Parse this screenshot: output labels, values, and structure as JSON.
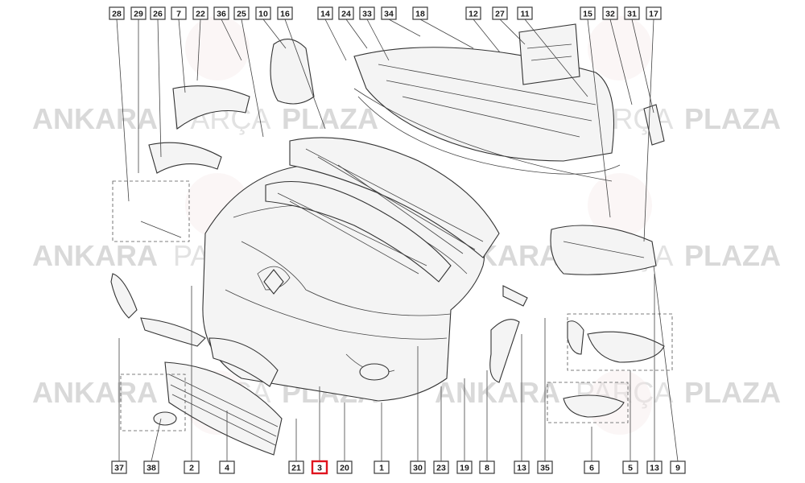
{
  "watermark": {
    "words": [
      "ANKARA",
      "PARÇA",
      "PLAZA"
    ]
  },
  "callouts_top": [
    "28",
    "29",
    "26",
    "7",
    "22",
    "36",
    "25",
    "10",
    "16",
    "14",
    "24",
    "33",
    "34",
    "18",
    "12",
    "27",
    "11",
    "15",
    "32",
    "31",
    "17"
  ],
  "callouts_bottom": [
    "37",
    "38",
    "2",
    "4",
    "21",
    "3",
    "20",
    "1",
    "30",
    "23",
    "19",
    "8",
    "13",
    "35",
    "6",
    "5",
    "13",
    "9"
  ],
  "highlighted": "3",
  "colors": {
    "highlight": "#e0141e",
    "line": "#333333",
    "watermark": "#d9d9d9"
  }
}
